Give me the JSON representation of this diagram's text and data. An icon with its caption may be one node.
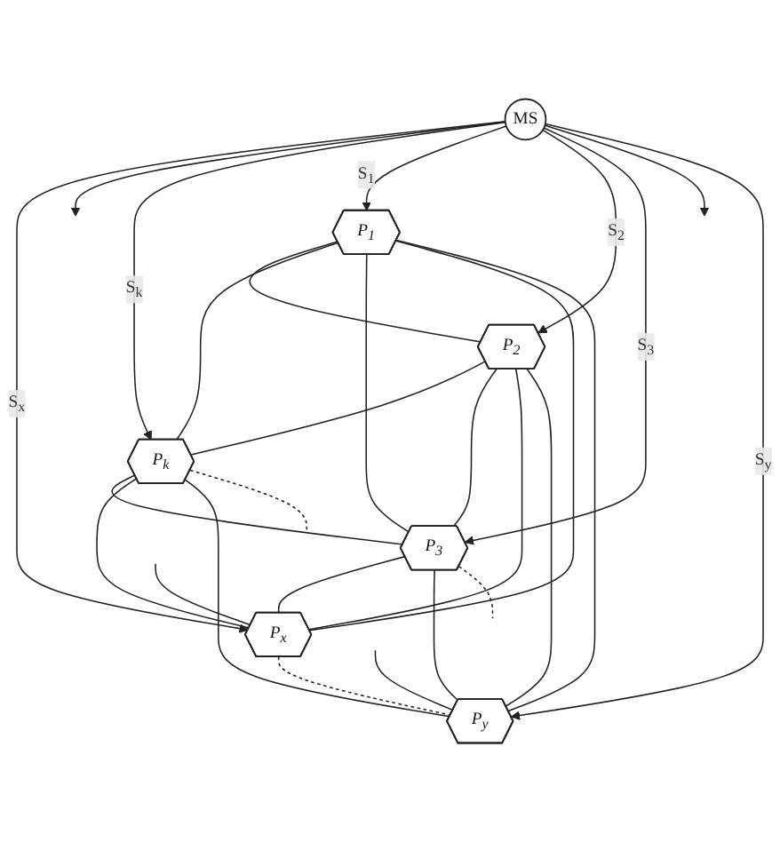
{
  "diagram": {
    "nodes": [
      {
        "text": [
          "MS"
        ]
      },
      {
        "text": [
          "P$_{1}$"
        ]
      },
      {
        "text": [
          "P$_{2}$"
        ]
      },
      {
        "text": [
          "P$_{k}$"
        ]
      },
      {
        "text": [
          "P$_{3}$"
        ]
      },
      {
        "text": [
          "P$_{x}$"
        ]
      },
      {
        "text": [
          "P$_{y}$"
        ]
      }
    ],
    "edges": [
      {
        "from": 0,
        "to": 5,
        "label": "S$_{x}$",
        "arrow": "to"
      },
      {
        "from": 0,
        "to": null,
        "arrow": "to"
      },
      {
        "from": 0,
        "to": 3,
        "label": "S$_{k}$",
        "arrow": "to"
      },
      {
        "from": 0,
        "to": 1,
        "label": "S$_{1}$",
        "arrow": "to"
      },
      {
        "from": 0,
        "to": 2,
        "label": "S$_{2}$",
        "arrow": "to"
      },
      {
        "from": 0,
        "to": 4,
        "label": "S$_{3}$",
        "arrow": "to"
      },
      {
        "from": 0,
        "to": null,
        "arrow": "to"
      },
      {
        "from": 0,
        "to": 6,
        "label": "S$_{y}$",
        "arrow": "to"
      },
      {
        "from": 1,
        "to": 2,
        "arrow": "none"
      },
      {
        "from": 1,
        "to": 3,
        "arrow": "none"
      },
      {
        "from": 1,
        "to": 4,
        "arrow": "none"
      },
      {
        "from": 1,
        "to": 5,
        "arrow": "none"
      },
      {
        "from": 1,
        "to": 6,
        "arrow": "none"
      },
      {
        "from": 2,
        "to": 3,
        "arrow": "none"
      },
      {
        "from": 2,
        "to": 4,
        "arrow": "none"
      },
      {
        "from": 2,
        "to": 5,
        "arrow": "none"
      },
      {
        "from": 2,
        "to": 6,
        "arrow": "none"
      },
      {
        "from": 3,
        "to": 4,
        "arrow": "none"
      },
      {
        "from": 3,
        "to": 5,
        "arrow": "none"
      },
      {
        "from": 3,
        "to": 6,
        "arrow": "none"
      },
      {
        "from": 4,
        "to": 5,
        "arrow": "none"
      },
      {
        "from": 4,
        "to": 6,
        "arrow": "none"
      },
      {
        "from": 3,
        "to": null,
        "arrow": "none",
        "style": "dashed"
      },
      {
        "from": 4,
        "to": null,
        "arrow": "none",
        "style": "dashed"
      },
      {
        "from": null,
        "to": 5,
        "arrow": "none"
      },
      {
        "from": null,
        "to": 6,
        "arrow": "none"
      },
      {
        "from": 5,
        "to": 6,
        "arrow": "none",
        "style": "dashed"
      }
    ]
  }
}
